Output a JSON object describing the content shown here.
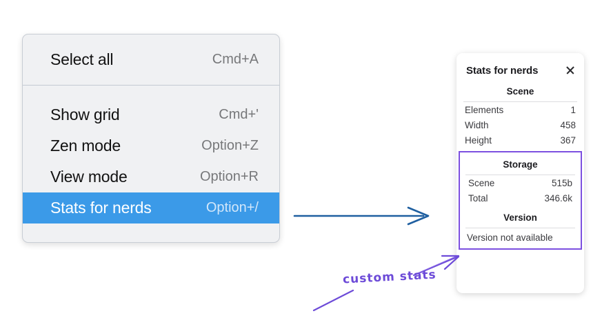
{
  "context_menu": {
    "groups": [
      {
        "items": [
          {
            "label": "Select all",
            "shortcut": "Cmd+A",
            "selected": false
          }
        ]
      },
      {
        "items": [
          {
            "label": "Show grid",
            "shortcut": "Cmd+'",
            "selected": false
          },
          {
            "label": "Zen mode",
            "shortcut": "Option+Z",
            "selected": false
          },
          {
            "label": "View mode",
            "shortcut": "Option+R",
            "selected": false
          },
          {
            "label": "Stats for nerds",
            "shortcut": "Option+/",
            "selected": true
          }
        ]
      }
    ],
    "highlight_color": "#3b9ae8"
  },
  "stats_panel": {
    "title": "Stats for nerds",
    "close_icon": "close-icon",
    "sections": [
      {
        "heading": "Scene",
        "rows": [
          {
            "key": "Elements",
            "value": "1"
          },
          {
            "key": "Width",
            "value": "458"
          },
          {
            "key": "Height",
            "value": "367"
          }
        ]
      },
      {
        "heading": "Storage",
        "rows": [
          {
            "key": "Scene",
            "value": "515b"
          },
          {
            "key": "Total",
            "value": "346.6k"
          }
        ]
      },
      {
        "heading": "Version",
        "text": "Version not available"
      }
    ],
    "highlight_border_color": "#7c4fe0"
  },
  "annotations": {
    "flow_arrow_color": "#1f5fa0",
    "handwritten_note": "custom stats",
    "handwritten_color": "#6d4bd8"
  }
}
